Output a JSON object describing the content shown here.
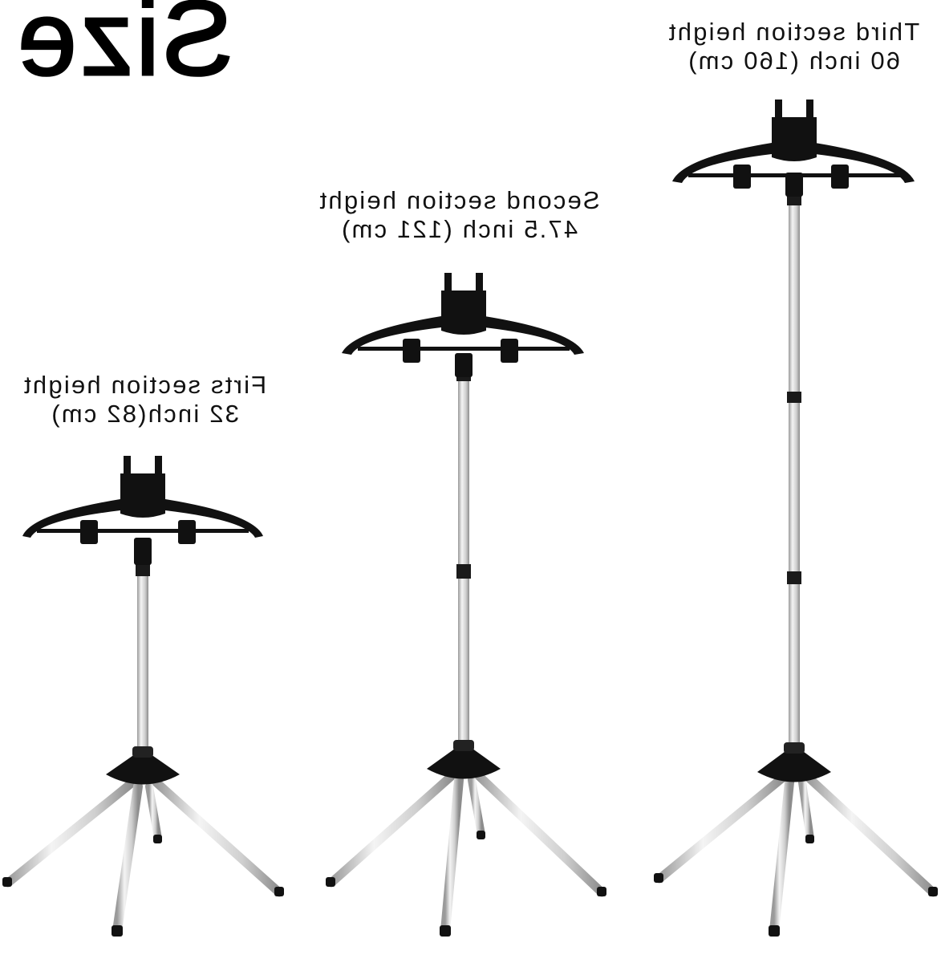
{
  "title": "Size",
  "sections": [
    {
      "line1": "Firts section height",
      "line2": "32 inch(82 cm)"
    },
    {
      "line1": "Second section height",
      "line2": "47.5 inch (121 cm)"
    },
    {
      "line1": "Third section height",
      "line2": "60 inch (160 cm)"
    }
  ],
  "colors": {
    "background": "#ffffff",
    "hanger": "#111111",
    "pole": "#d8d8d8"
  }
}
